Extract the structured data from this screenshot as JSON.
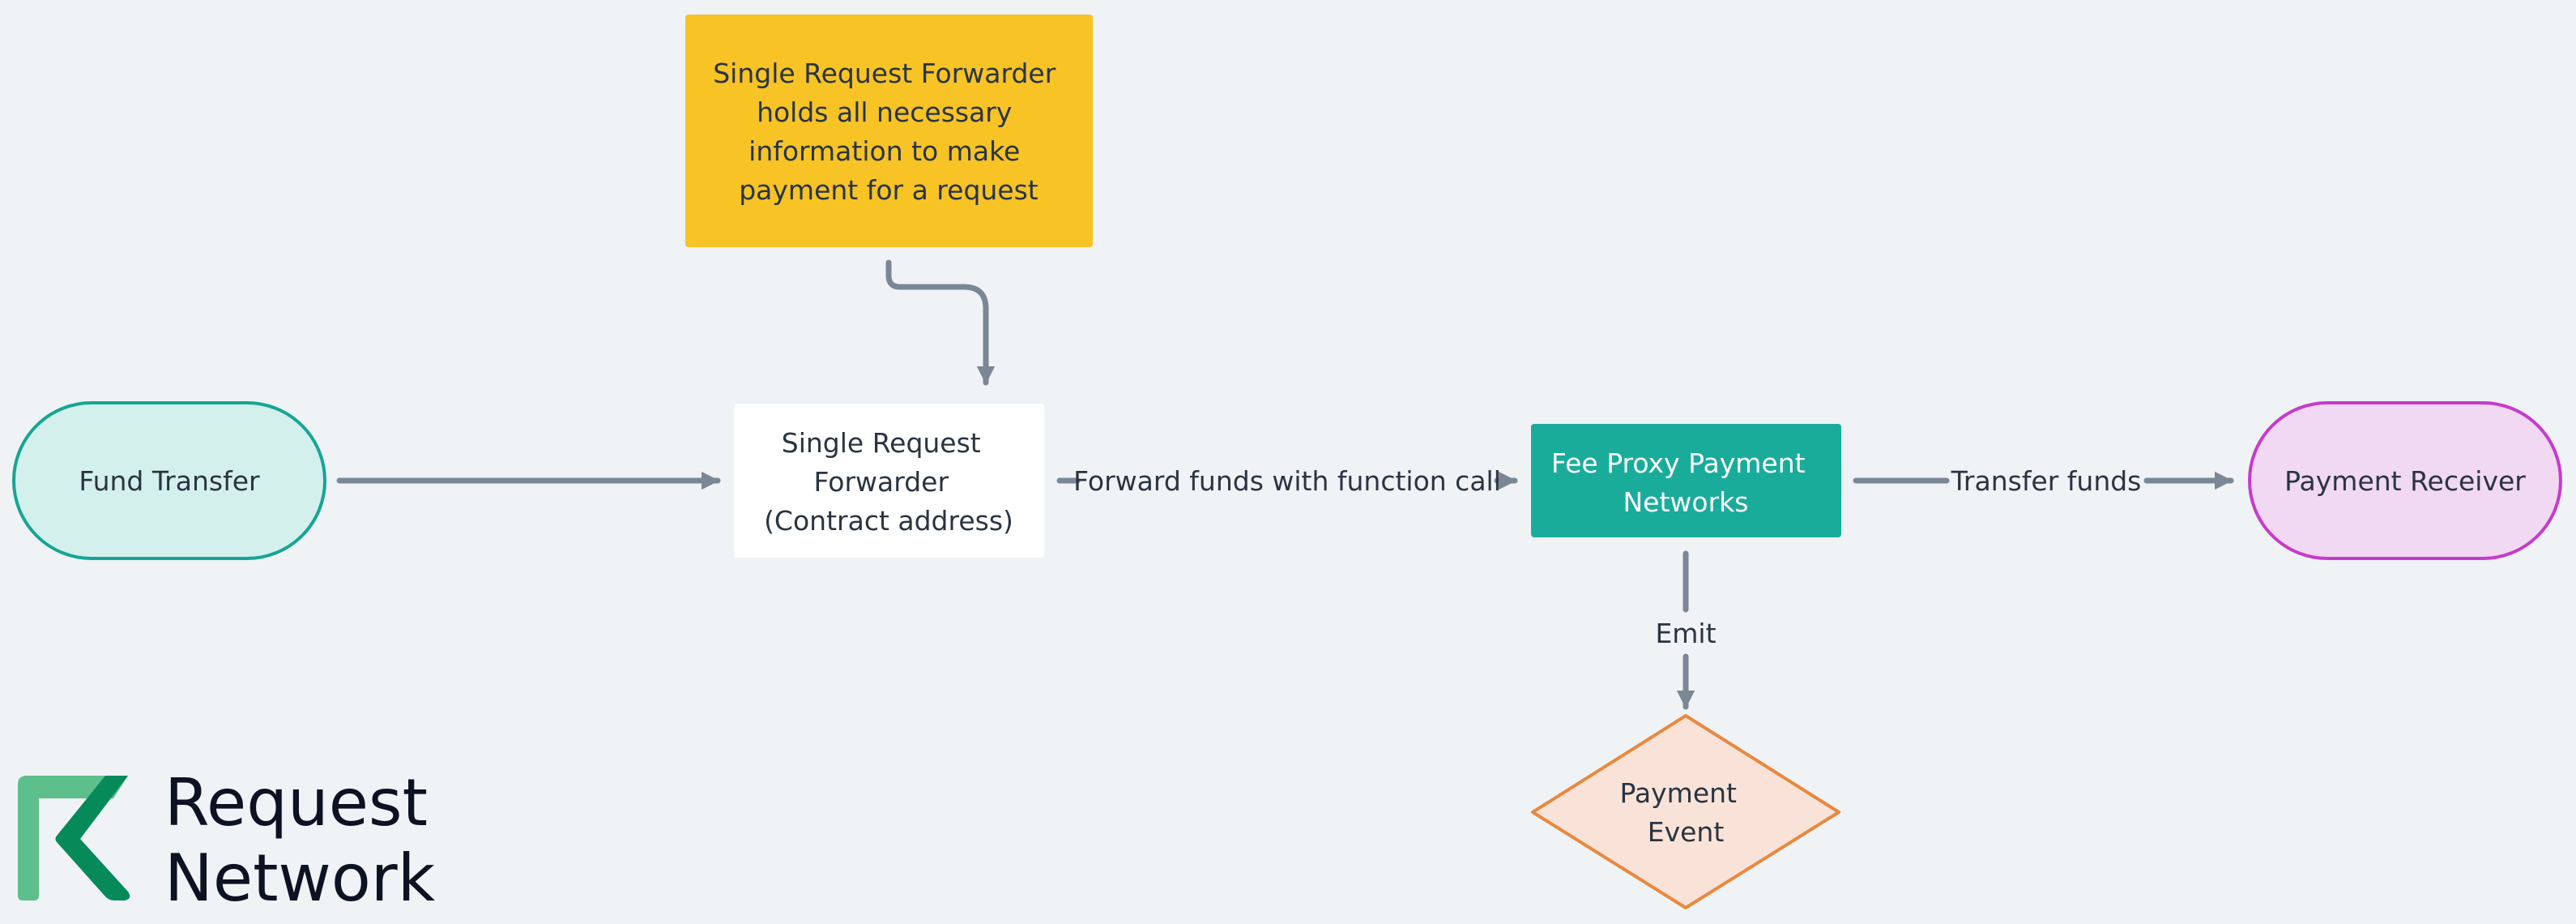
{
  "colors": {
    "background": "#eff3f6",
    "connector": "#7b8794",
    "note_fill": "#f7c325",
    "process_fill": "#ffffff",
    "terminal_start_fill": "#d3f0ed",
    "terminal_start_stroke": "#17a593",
    "network_fill": "#19ac9b",
    "receiver_fill": "#f1d8f3",
    "receiver_stroke": "#c53bcb",
    "event_fill": "#f9e3d8",
    "event_stroke": "#e9883e",
    "logo_light": "#5cbf8c",
    "logo_dark": "#068a5a",
    "brand_text": "#0c1222"
  },
  "nodes": {
    "note": {
      "lines": [
        "Single Request Forwarder",
        "holds all necessary",
        "information to make",
        "payment for a request"
      ]
    },
    "fund_transfer": {
      "lines": [
        "Fund Transfer"
      ]
    },
    "forwarder": {
      "lines": [
        "Single Request",
        "Forwarder",
        "(Contract address)"
      ]
    },
    "fee_proxy": {
      "lines": [
        "Fee Proxy Payment",
        "Networks"
      ]
    },
    "receiver": {
      "lines": [
        "Payment Receiver"
      ]
    },
    "event": {
      "lines": [
        "Payment",
        "Event"
      ]
    }
  },
  "edges": {
    "forward": {
      "label": "Forward funds with function call"
    },
    "transfer": {
      "label": "Transfer funds"
    },
    "emit": {
      "label": "Emit"
    }
  },
  "brand": {
    "line1": "Request",
    "line2": "Network",
    "icon": "request-network-logo-icon"
  }
}
